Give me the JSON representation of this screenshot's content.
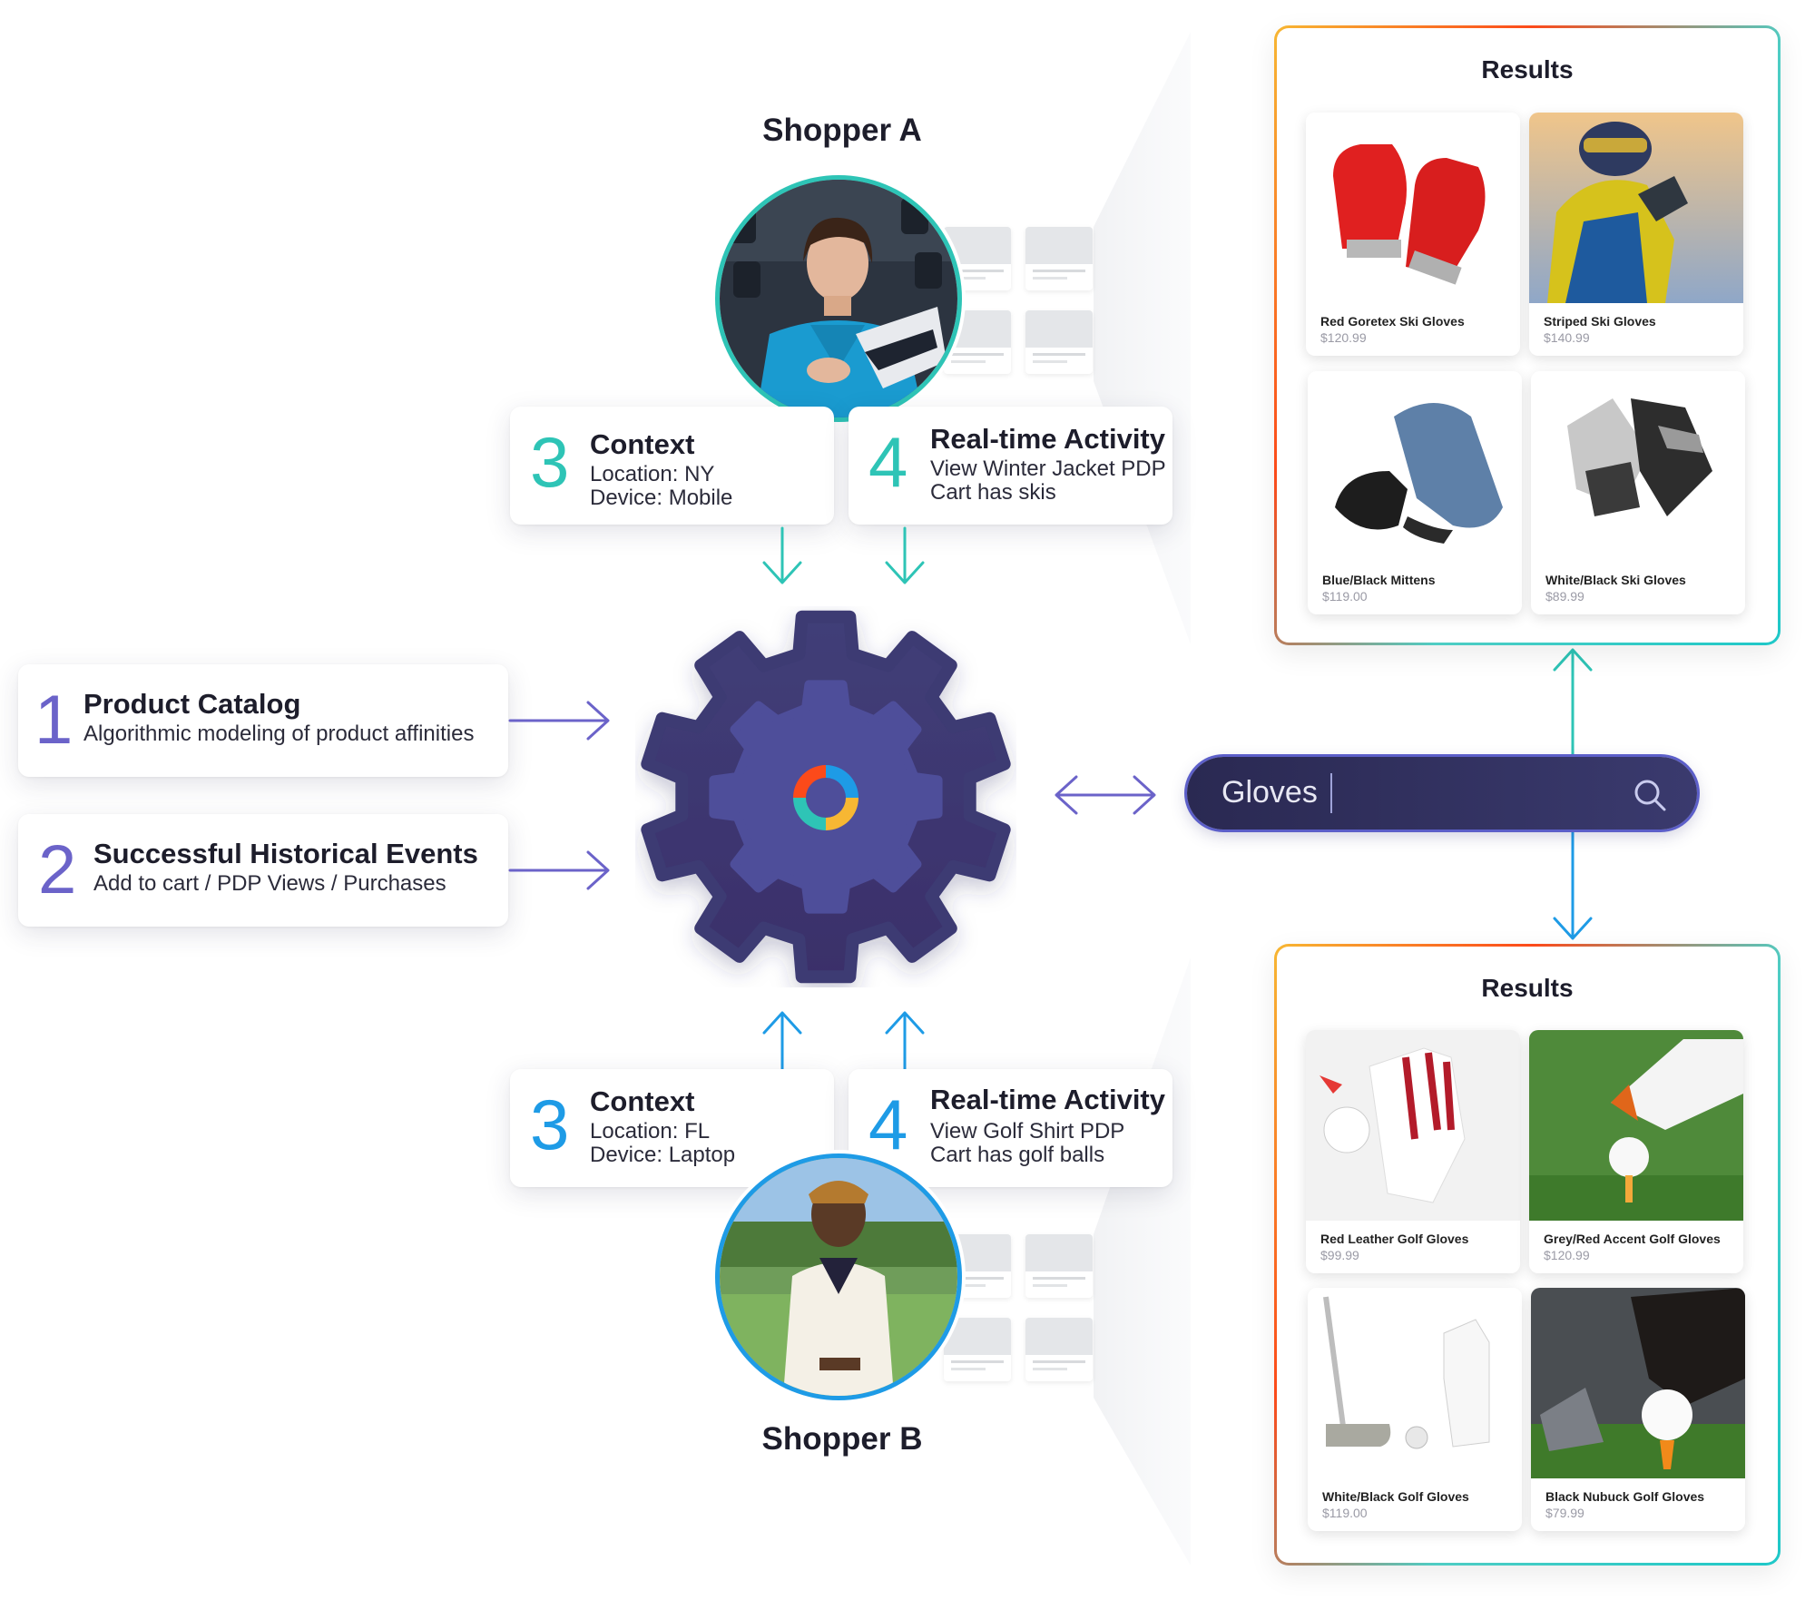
{
  "shopper_a": {
    "name": "Shopper A",
    "context": {
      "number": "3",
      "title": "Context",
      "line1": "Location: NY",
      "line2": "Device: Mobile"
    },
    "activity": {
      "number": "4",
      "title": "Real-time Activity",
      "line1": "View Winter Jacket PDP",
      "line2": "Cart has skis"
    },
    "accent": "#2ec4b6"
  },
  "shopper_b": {
    "name": "Shopper B",
    "context": {
      "number": "3",
      "title": "Context",
      "line1": "Location: FL",
      "line2": "Device: Laptop"
    },
    "activity": {
      "number": "4",
      "title": "Real-time Activity",
      "line1": "View Golf Shirt PDP",
      "line2": "Cart has golf balls"
    },
    "accent": "#1e9be6"
  },
  "inputs": [
    {
      "number": "1",
      "title": "Product Catalog",
      "subtitle": "Algorithmic modeling of product affinities"
    },
    {
      "number": "2",
      "title": "Successful Historical Events",
      "subtitle": "Add to cart / PDP Views / Purchases"
    }
  ],
  "search": {
    "value": "Gloves",
    "icon": "search-icon"
  },
  "results_a": {
    "title": "Results",
    "products": [
      {
        "name": "Red Goretex Ski Gloves",
        "price": "$120.99"
      },
      {
        "name": "Striped Ski Gloves",
        "price": "$140.99"
      },
      {
        "name": "Blue/Black Mittens",
        "price": "$119.00"
      },
      {
        "name": "White/Black Ski Gloves",
        "price": "$89.99"
      }
    ]
  },
  "results_b": {
    "title": "Results",
    "products": [
      {
        "name": "Red Leather Golf Gloves",
        "price": "$99.99"
      },
      {
        "name": "Grey/Red Accent Golf Gloves",
        "price": "$120.99"
      },
      {
        "name": "White/Black Golf Gloves",
        "price": "$119.00"
      },
      {
        "name": "Black Nubuck Golf Gloves",
        "price": "$79.99"
      }
    ]
  },
  "colors": {
    "engine_outer": "#3d3a72",
    "engine_inner": "#4e4e9a",
    "input_accent": "#6b63c9",
    "arrow_b": "#1e9be6"
  }
}
